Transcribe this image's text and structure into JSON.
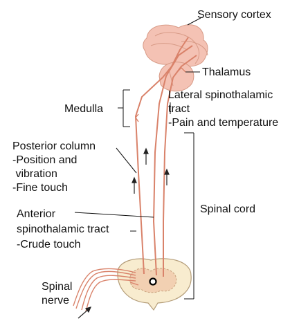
{
  "labels": {
    "sensory_cortex": "Sensory cortex",
    "thalamus": "Thalamus",
    "medulla": "Medulla",
    "lateral_tract": [
      "Lateral spinothalamic",
      "tract",
      "-Pain and temperature"
    ],
    "posterior_column": [
      "Posterior column",
      "-Position and",
      " vibration",
      "-Fine touch"
    ],
    "anterior_tract": [
      "Anterior",
      "spinothalamic tract",
      "-Crude touch"
    ],
    "spinal_cord": "Spinal cord",
    "spinal_nerve": [
      "Spinal",
      "nerve"
    ]
  },
  "colors": {
    "cortex_fill": "#f4c2b4",
    "tract_line": "#d9826a",
    "cord_fill": "#f8eccf",
    "gray_matter": "#f2d0b2",
    "outline": "#8a6a4a"
  }
}
